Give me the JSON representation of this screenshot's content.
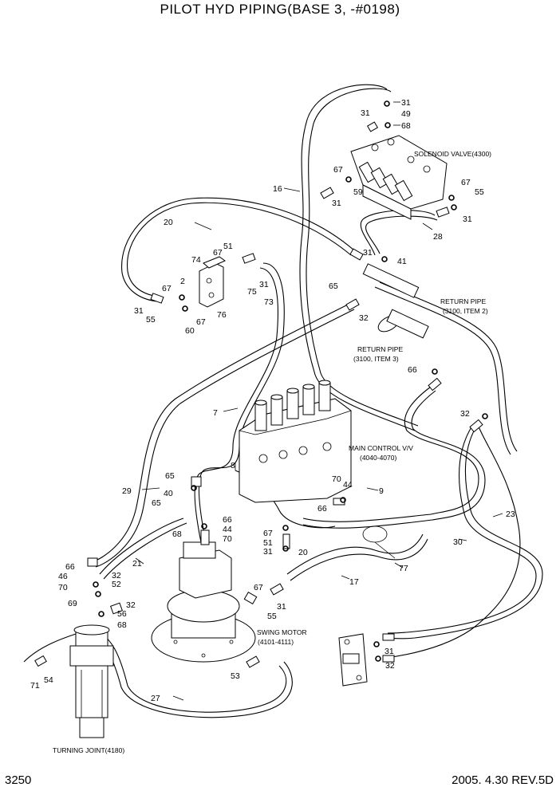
{
  "title": "PILOT HYD PIPING(BASE 3, -#0198)",
  "page_number": "3250",
  "revision": "2005. 4.30  REV.5D",
  "component_captions": {
    "solenoid_valve": "SOLENOID VALVE(4300)",
    "return_pipe_2_line1": "RETURN PIPE",
    "return_pipe_2_line2": "(3100, ITEM 2)",
    "return_pipe_3_line1": "RETURN PIPE",
    "return_pipe_3_line2": "(3100, ITEM 3)",
    "main_control_line1": "MAIN CONTROL V/V",
    "main_control_line2": "(4040-4070)",
    "swing_motor_line1": "SWING MOTOR",
    "swing_motor_line2": "(4101-4111)",
    "turning_joint": "TURNING JOINT(4180)"
  },
  "callouts": {
    "c31a": "31",
    "c49": "49",
    "c68a": "68",
    "c16": "16",
    "c67a": "67",
    "c59": "59",
    "c31b": "31",
    "c67b": "67",
    "c55a": "55",
    "c31c": "31",
    "c28": "28",
    "c20a": "20",
    "c74": "74",
    "c51a": "51",
    "c67c": "67",
    "c2": "2",
    "c67d": "67",
    "c31d": "31",
    "c55b": "55",
    "c60": "60",
    "c67e": "67",
    "c76": "76",
    "c75": "75",
    "c31e": "31",
    "c73": "73",
    "c31f": "31",
    "c41": "41",
    "c65a": "65",
    "c32a": "32",
    "c66a": "66",
    "c32b": "32",
    "c7": "7",
    "c8": "8",
    "c29": "29",
    "c65b": "65",
    "c40": "40",
    "c65c": "65",
    "c9": "9",
    "c70a": "70",
    "c44a": "44",
    "c66b": "66",
    "c23": "23",
    "c68b": "68",
    "c66c": "66",
    "c44b": "44",
    "c70b": "70",
    "c67f": "67",
    "c51b": "51",
    "c31g": "31",
    "c20b": "20",
    "c30": "30",
    "c77": "77",
    "c21": "21",
    "c17": "17",
    "c66d": "66",
    "c46": "46",
    "c70c": "70",
    "c32c": "32",
    "c52": "52",
    "c69": "69",
    "c32d": "32",
    "c56": "56",
    "c68c": "68",
    "c67g": "67",
    "c31h": "31",
    "c55c": "55",
    "c31i": "31",
    "c32e": "32",
    "c53": "53",
    "c27": "27",
    "c71": "71",
    "c54": "54"
  }
}
